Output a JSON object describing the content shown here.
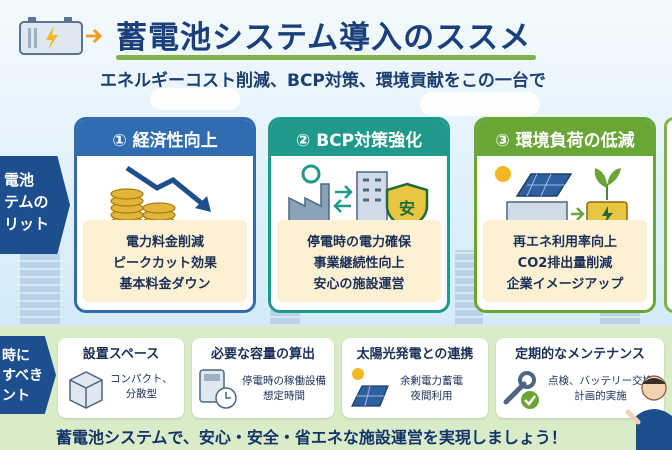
{
  "header": {
    "title": "蓄電池システム導入のススメ",
    "subtitle": "エネルギーコスト削減、BCP対策、環境貢献をこの一台で"
  },
  "side_tabs": {
    "merits": [
      "電池",
      "テムの",
      "リット"
    ],
    "points": [
      "時に",
      "すべき",
      "ント"
    ]
  },
  "cards": [
    {
      "title": "① 経済性向上",
      "color": "#2f6db0",
      "bullets": [
        "電力料金削減",
        "ピークカット効果",
        "基本料金ダウン"
      ]
    },
    {
      "title": "② BCP対策強化",
      "color": "#1f9a8a",
      "bullets": [
        "停電時の電力確保",
        "事業継続性向上",
        "安心の施設運営"
      ]
    },
    {
      "title": "③ 環境負荷の低減",
      "color": "#6aa636",
      "bullets": [
        "再エネ利用率向上",
        "CO2排出量削減",
        "企業イメージアップ"
      ]
    }
  ],
  "badge_text": "安",
  "points": [
    {
      "title": "設置スペース",
      "desc": [
        "コンパクト、",
        "分散型"
      ]
    },
    {
      "title": "必要な容量の算出",
      "desc": [
        "停電時の稼働設備",
        "想定時間"
      ]
    },
    {
      "title": "太陽光発電との連携",
      "desc": [
        "余剰電力蓄電",
        "夜間利用"
      ]
    },
    {
      "title": "定期的なメンテナンス",
      "desc": [
        "点検、バッテリー交換",
        "計画的実施"
      ]
    }
  ],
  "footer": "蓄電池システムで、安心・安全・省エネな施設運営を実現しましょう！",
  "colors": {
    "navy": "#1d4f8f",
    "teal": "#1f9a8a",
    "green": "#6aa636",
    "gold": "#d4a62a"
  }
}
